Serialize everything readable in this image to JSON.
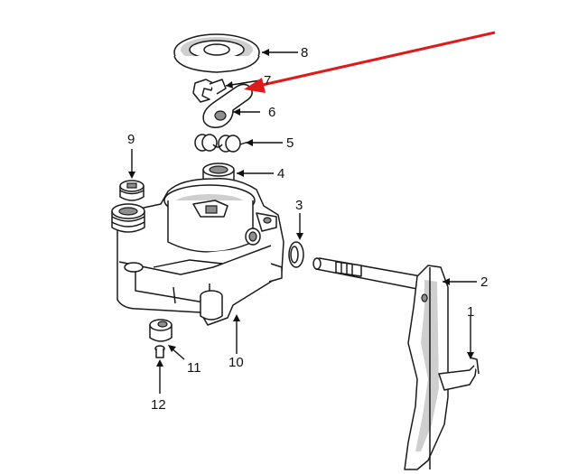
{
  "callouts": [
    {
      "id": "1",
      "text": "1"
    },
    {
      "id": "2",
      "text": "2"
    },
    {
      "id": "3",
      "text": "3"
    },
    {
      "id": "4",
      "text": "4"
    },
    {
      "id": "5",
      "text": "5"
    },
    {
      "id": "6",
      "text": "6"
    },
    {
      "id": "7",
      "text": "7"
    },
    {
      "id": "8",
      "text": "8"
    },
    {
      "id": "9",
      "text": "9"
    },
    {
      "id": "10",
      "text": "10"
    },
    {
      "id": "11",
      "text": "11"
    },
    {
      "id": "12",
      "text": "12"
    }
  ],
  "colors": {
    "line": "#111111",
    "highlight_arrow": "#e01a1a",
    "background": "#ffffff"
  }
}
